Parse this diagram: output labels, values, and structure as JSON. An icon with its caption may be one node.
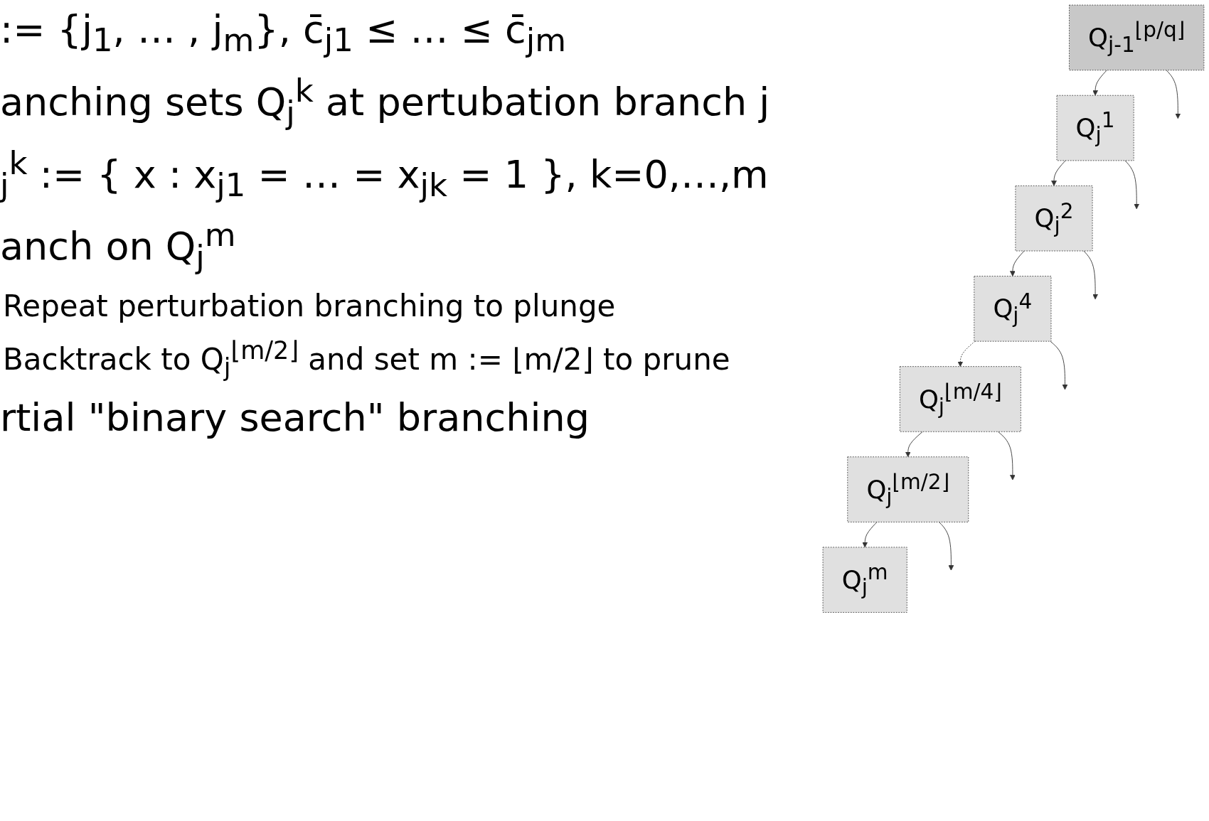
{
  "diagram": {
    "nodes": [
      {
        "text": [
          "Q$_{j-1}$$^{⌊p/q⌋}$"
        ]
      },
      {
        "text": [
          "Q$_{j}$$^{1}$"
        ]
      },
      {
        "text": [
          "Q$_{j}$$^{2}$"
        ]
      },
      {
        "text": [
          "Q$_{j}$$^{4}$"
        ]
      },
      {
        "text": [
          "Q$_{j}$$^{⌊m/4⌋}$"
        ]
      },
      {
        "text": [
          "Q$_{j}$$^{⌊m/2⌋}$"
        ]
      },
      {
        "text": [
          "Q$_{j}$$^{m}$"
        ]
      }
    ],
    "edges": [
      {
        "from": 0,
        "to": 1,
        "arrow": "to"
      },
      {
        "from": 0,
        "to": null,
        "arrow": "to"
      },
      {
        "from": 1,
        "to": 2,
        "arrow": "to"
      },
      {
        "from": 1,
        "to": null,
        "arrow": "to"
      },
      {
        "from": 2,
        "to": 3,
        "arrow": "to"
      },
      {
        "from": 2,
        "to": null,
        "arrow": "to"
      },
      {
        "from": 3,
        "to": 4,
        "arrow": "to",
        "style": "dashed"
      },
      {
        "from": 3,
        "to": null,
        "arrow": "to"
      },
      {
        "from": 4,
        "to": 5,
        "arrow": "to"
      },
      {
        "from": 4,
        "to": null,
        "arrow": "to"
      },
      {
        "from": 5,
        "to": 6,
        "arrow": "to"
      },
      {
        "from": 5,
        "to": null,
        "arrow": "to"
      }
    ],
    "labels": [
      ":= {j$_{1}$, … , j$_{m}$}, c̄$_{j1}$ ≤ … ≤ c̄$_{jm}$",
      "anching sets Q$_{j}$$^{k}$ at pertubation branch j",
      "$_{j}$$^{k}$ := { x : x$_{j1}$ = … = x$_{jk}$ = 1 },  k=0,…,m",
      "anch on Q$_{j}$$^{m}$",
      "Repeat perturbation branching to plunge",
      "Backtrack to Q$_{j}$$^{⌊m/2⌋}$ and set m := ⌊m/2⌋ to prune",
      "rtial \"binary search\" branching"
    ]
  }
}
